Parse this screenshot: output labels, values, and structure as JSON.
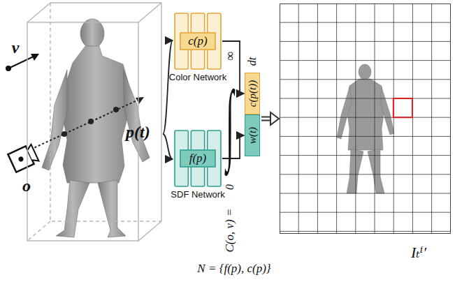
{
  "diagram": {
    "nodes": [
      {
        "text": [
          "p(t)"
        ]
      },
      {
        "text": [
          "c(p)",
          "Color Network"
        ]
      },
      {
        "text": [
          "f(p)",
          "SDF Network"
        ]
      },
      {
        "text": [
          "c(p(t))"
        ]
      },
      {
        "text": [
          "w(t)"
        ]
      },
      {
        "text": [
          "Iₜⁱ′"
        ]
      }
    ],
    "edges": [
      {
        "from": 0,
        "to": 1,
        "arrow": "to"
      },
      {
        "from": 0,
        "to": 2,
        "arrow": "to"
      },
      {
        "from": 1,
        "to": 3,
        "arrow": "to"
      },
      {
        "from": 2,
        "to": 4,
        "arrow": "to"
      },
      {
        "from": 4,
        "to": 5,
        "arrow": "to"
      }
    ],
    "labels": [
      "v",
      "o",
      "C(o, v) =",
      "∞",
      "∫",
      "0",
      "dt",
      "N = {f(p), c(p)}"
    ]
  }
}
